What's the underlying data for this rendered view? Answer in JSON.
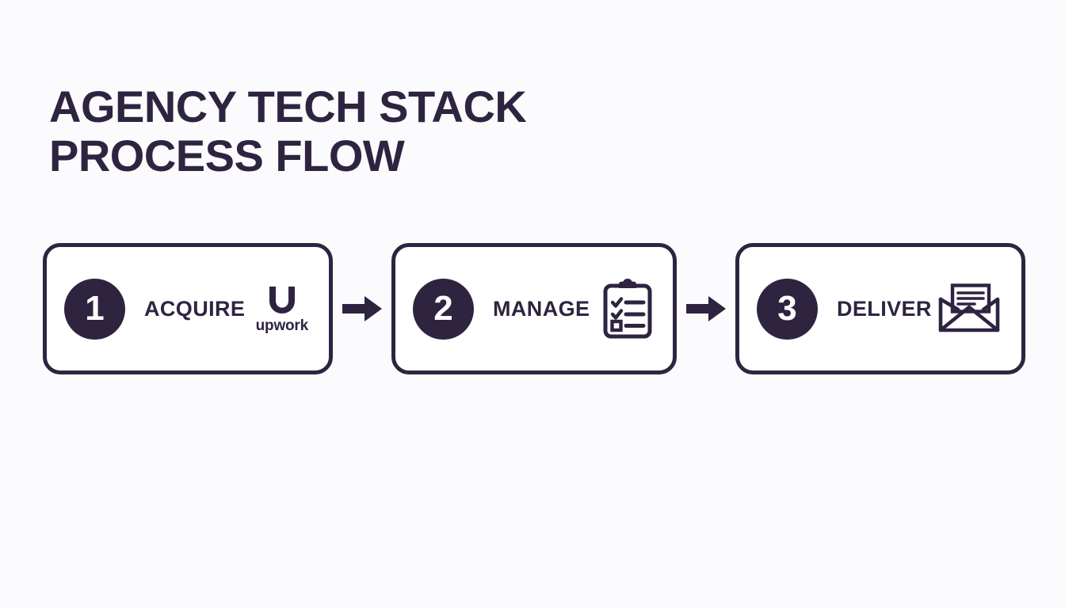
{
  "page": {
    "background_color": "#fbfafc",
    "accent_color": "#2e2440"
  },
  "title": {
    "line1": "AGENCY TECH STACK",
    "line2": "PROCESS FLOW"
  },
  "flow": {
    "connector_icon": "arrow-right-icon",
    "steps": [
      {
        "number": "1",
        "label": "ACQUIRE",
        "art_icon": "upwork-logo-icon",
        "brand_wordmark": "upwork"
      },
      {
        "number": "2",
        "label": "MANAGE",
        "art_icon": "clipboard-checklist-icon"
      },
      {
        "number": "3",
        "label": "DELIVER",
        "art_icon": "open-envelope-icon"
      }
    ]
  },
  "chart_data": {
    "type": "diagram",
    "diagram_kind": "linear-process-flow",
    "title": "AGENCY TECH STACK PROCESS FLOW",
    "nodes": [
      {
        "order": 1,
        "label": "ACQUIRE",
        "icon": "upwork-logo",
        "tool": "upwork"
      },
      {
        "order": 2,
        "label": "MANAGE",
        "icon": "clipboard-checklist"
      },
      {
        "order": 3,
        "label": "DELIVER",
        "icon": "open-envelope"
      }
    ],
    "edges": [
      {
        "from": "ACQUIRE",
        "to": "MANAGE",
        "style": "solid-arrow-right"
      },
      {
        "from": "MANAGE",
        "to": "DELIVER",
        "style": "solid-arrow-right"
      }
    ],
    "direction": "left-to-right"
  }
}
